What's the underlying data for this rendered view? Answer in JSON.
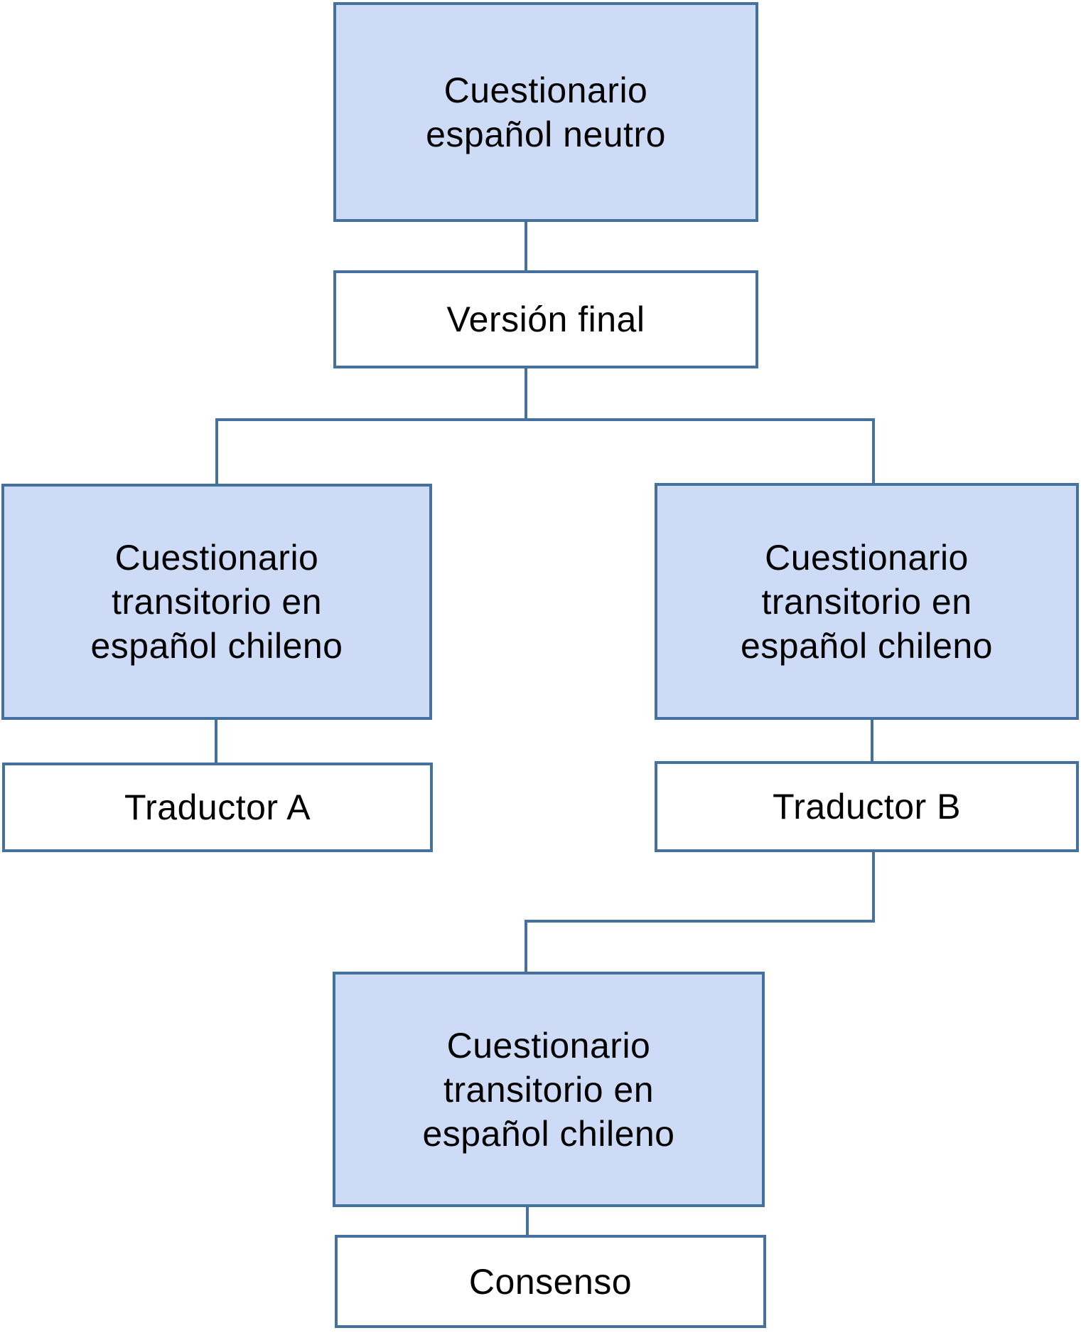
{
  "diagram": {
    "type": "flowchart",
    "nodes": [
      {
        "id": "cuestionario-espanol-neutro",
        "style": "filled",
        "label_lines": [
          "Cuestionario",
          "español neutro"
        ]
      },
      {
        "id": "version-final",
        "style": "plain",
        "label_lines": [
          "Versión final"
        ]
      },
      {
        "id": "cuestionario-transitorio-left",
        "style": "filled",
        "label_lines": [
          "Cuestionario",
          "transitorio en",
          "español chileno"
        ]
      },
      {
        "id": "cuestionario-transitorio-right",
        "style": "filled",
        "label_lines": [
          "Cuestionario",
          "transitorio en",
          "español chileno"
        ]
      },
      {
        "id": "traductor-a",
        "style": "plain",
        "label_lines": [
          "Traductor A"
        ]
      },
      {
        "id": "traductor-b",
        "style": "plain",
        "label_lines": [
          "Traductor B"
        ]
      },
      {
        "id": "cuestionario-transitorio-bottom",
        "style": "filled",
        "label_lines": [
          "Cuestionario",
          "transitorio en",
          "español chileno"
        ]
      },
      {
        "id": "consenso",
        "style": "plain",
        "label_lines": [
          "Consenso"
        ]
      }
    ],
    "edges": [
      {
        "from": "cuestionario-espanol-neutro",
        "to": "version-final"
      },
      {
        "from": "version-final",
        "to": "cuestionario-transitorio-left"
      },
      {
        "from": "version-final",
        "to": "cuestionario-transitorio-right"
      },
      {
        "from": "cuestionario-transitorio-left",
        "to": "traductor-a"
      },
      {
        "from": "cuestionario-transitorio-right",
        "to": "traductor-b"
      },
      {
        "from": "traductor-b",
        "to": "cuestionario-transitorio-bottom"
      },
      {
        "from": "cuestionario-transitorio-bottom",
        "to": "consenso"
      }
    ]
  },
  "colors": {
    "node_fill": "#CEDBF7",
    "node_border": "#44719E",
    "connector": "#44719E",
    "text": "#000000",
    "background": "#FFFFFF"
  }
}
